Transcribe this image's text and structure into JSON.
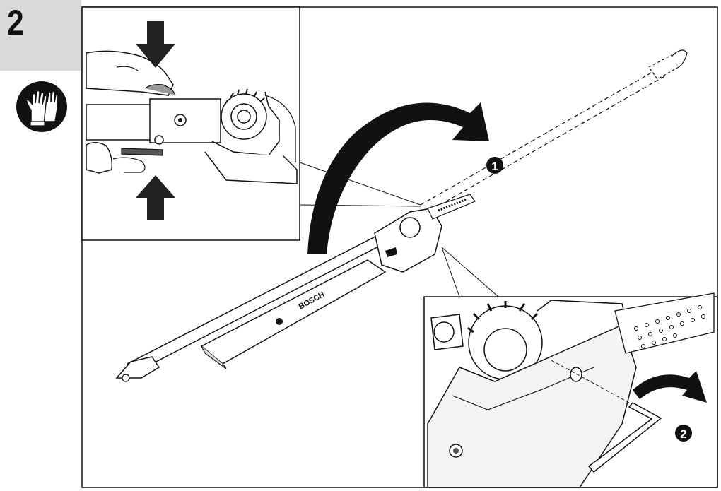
{
  "step": {
    "number": "2"
  },
  "icons": {
    "safety": "gloves-icon"
  },
  "callouts": {
    "one": "1",
    "two": "2"
  },
  "brand": "BOSCH",
  "colors": {
    "step_background": "#d9d9d9",
    "ink": "#111111",
    "detail_fill": "#e8e8e8"
  }
}
